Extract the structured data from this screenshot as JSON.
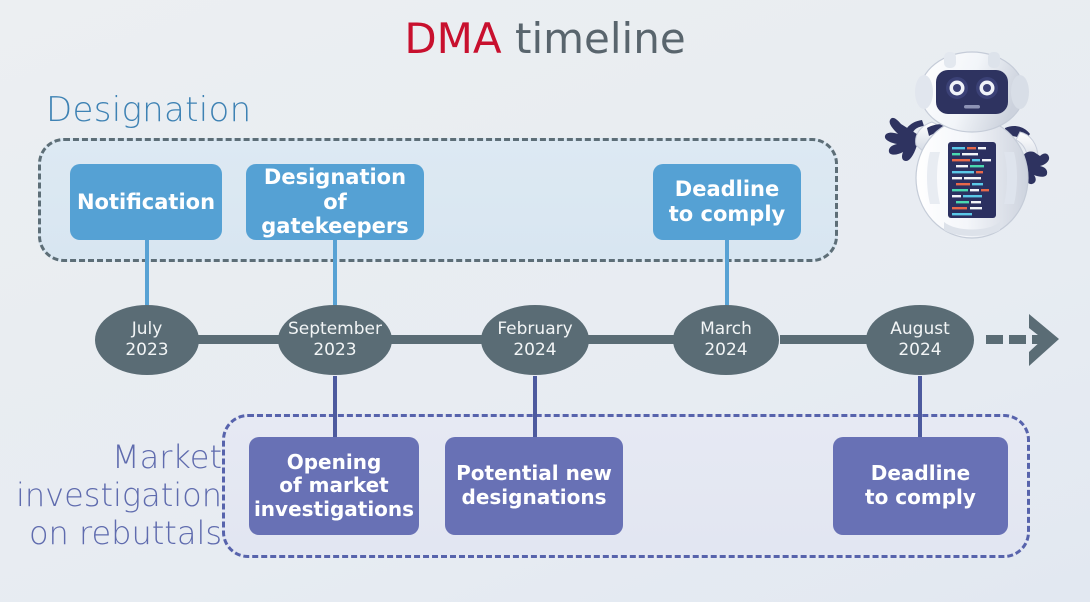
{
  "title": {
    "accent": "DMA",
    "rest": "timeline"
  },
  "sections": {
    "designation": {
      "label": "Designation"
    },
    "market": {
      "line1": "Market",
      "line2": "investigation",
      "line3": "on rebuttals"
    }
  },
  "top_cards": [
    {
      "name": "notification",
      "lines": [
        "Notification"
      ]
    },
    {
      "name": "designation-of-gatekeepers",
      "lines": [
        "Designation of",
        "gatekeepers"
      ]
    },
    {
      "name": "deadline-to-comply-top",
      "lines": [
        "Deadline",
        "to comply"
      ]
    }
  ],
  "bottom_cards": [
    {
      "name": "opening-of-market-investigations",
      "lines": [
        "Opening",
        "of market",
        "investigations"
      ]
    },
    {
      "name": "potential-new-designations",
      "lines": [
        "Potential new",
        "designations"
      ]
    },
    {
      "name": "deadline-to-comply-bottom",
      "lines": [
        "Deadline",
        "to comply"
      ]
    }
  ],
  "timeline_nodes": [
    {
      "month": "July",
      "year": "2023"
    },
    {
      "month": "September",
      "year": "2023"
    },
    {
      "month": "February",
      "year": "2024"
    },
    {
      "month": "March",
      "year": "2024"
    },
    {
      "month": "August",
      "year": "2024"
    }
  ],
  "colors": {
    "accent_red": "#c8102e",
    "title_gray": "#59656d",
    "blue_card": "#55a1d4",
    "purple_card": "#6871b5",
    "node_slate": "#5a6c75",
    "designation_heading": "#3e82b4",
    "market_heading": "#5f6bae",
    "background": "#e9edf1"
  }
}
